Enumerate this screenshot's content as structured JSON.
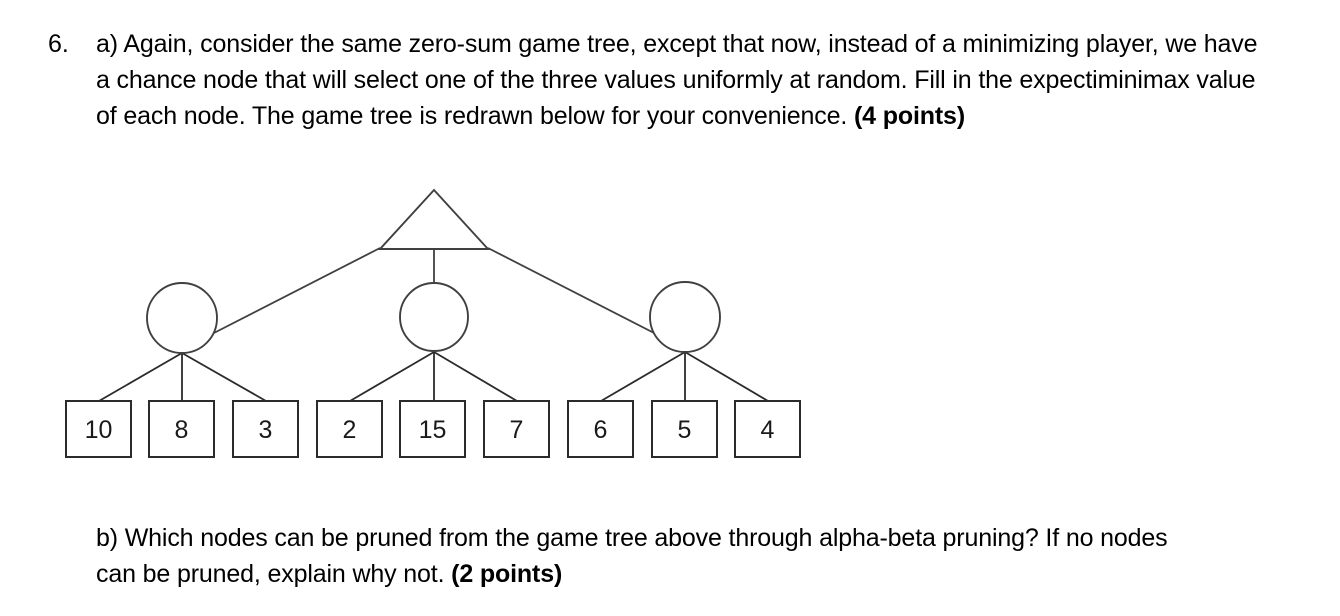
{
  "page": {
    "background": "#ffffff",
    "text_color": "#000000",
    "line_color": "#404040"
  },
  "question_a": {
    "number": "6.",
    "label_prefix": "a)",
    "text_part_1": "a) Again, consider the same zero-sum game tree, except that now, instead of a minimizing player, we have a chance node that will select one of the three values uniformly at random. Fill in the expectiminimax value of each node. The game tree is redrawn below for your convenience. ",
    "points_bold": "(4 points)"
  },
  "question_b": {
    "text_part_1": "b) Which nodes can be pruned from the game tree above through alpha-beta pruning? If no nodes can be pruned, explain why not. ",
    "points_bold": "(2 points)"
  },
  "tree": {
    "root": {
      "shape": "triangle",
      "semantic": "maximizing-player-node",
      "value": ""
    },
    "chance_nodes": [
      {
        "shape": "circle",
        "semantic": "chance-node",
        "value": ""
      },
      {
        "shape": "circle",
        "semantic": "chance-node",
        "value": ""
      },
      {
        "shape": "circle",
        "semantic": "chance-node",
        "value": ""
      }
    ],
    "leaves": [
      {
        "value": "10"
      },
      {
        "value": "8"
      },
      {
        "value": "3"
      },
      {
        "value": "2"
      },
      {
        "value": "15"
      },
      {
        "value": "7"
      },
      {
        "value": "6"
      },
      {
        "value": "5"
      },
      {
        "value": "4"
      }
    ]
  }
}
